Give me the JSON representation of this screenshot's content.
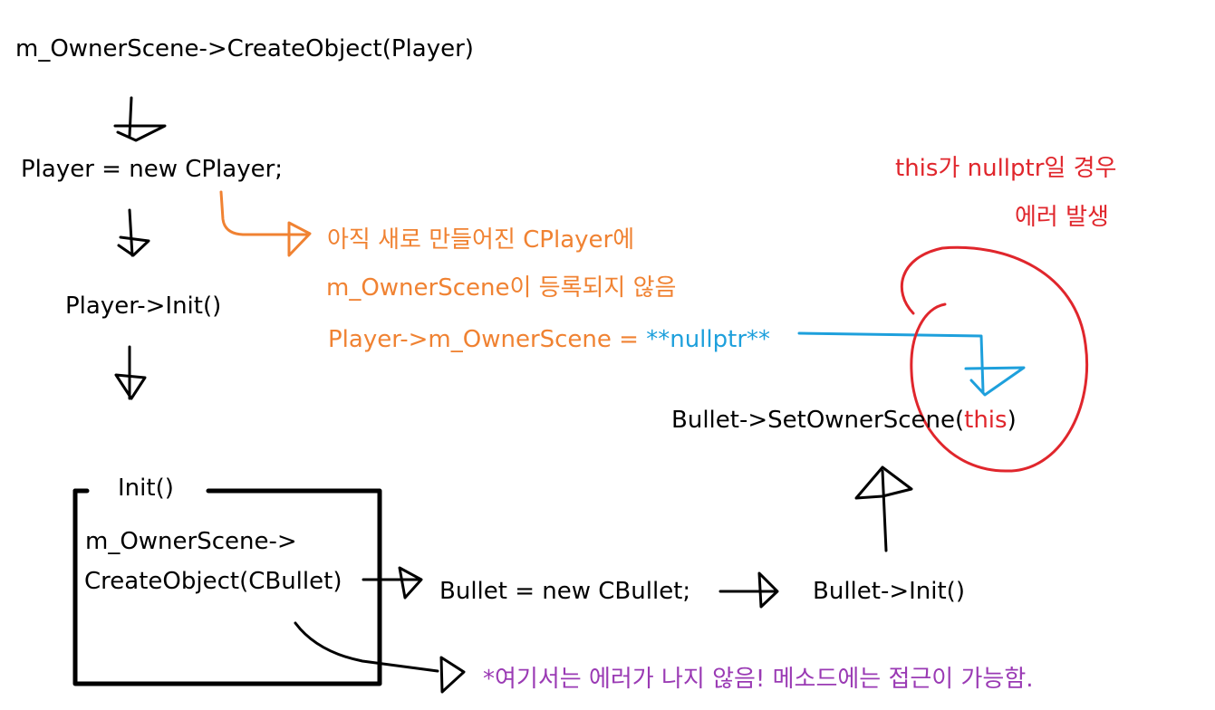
{
  "flow": {
    "create_player": "m_OwnerScene->CreateObject(Player)",
    "new_player": "Player = new CPlayer;",
    "player_init": "Player->Init()"
  },
  "note_player": {
    "line1": "아직 새로 만들어진 CPlayer에",
    "line2": "m_OwnerScene이 등록되지 않음",
    "line3_prefix": "Player->m_OwnerScene = ",
    "line3_value": "**nullptr**"
  },
  "init_box": {
    "title": "Init()",
    "line1": "m_OwnerScene->",
    "line2": "CreateObject(CBullet)"
  },
  "bullet": {
    "new_bullet": "Bullet = new CBullet;",
    "bullet_init": "Bullet->Init()",
    "set_owner_prefix": "Bullet->SetOwnerScene(",
    "set_owner_arg": "this",
    "set_owner_suffix": ")"
  },
  "note_error": {
    "line1": "this가 nullptr일 경우",
    "line2": "에러 발생"
  },
  "note_bottom": "*여기서는 에러가 나지 않음! 메소드에는 접근이 가능함.",
  "colors": {
    "black": "#000000",
    "orange": "#f08232",
    "red": "#e0262c",
    "blue": "#1ea0dc",
    "purple": "#9a3ab4"
  }
}
